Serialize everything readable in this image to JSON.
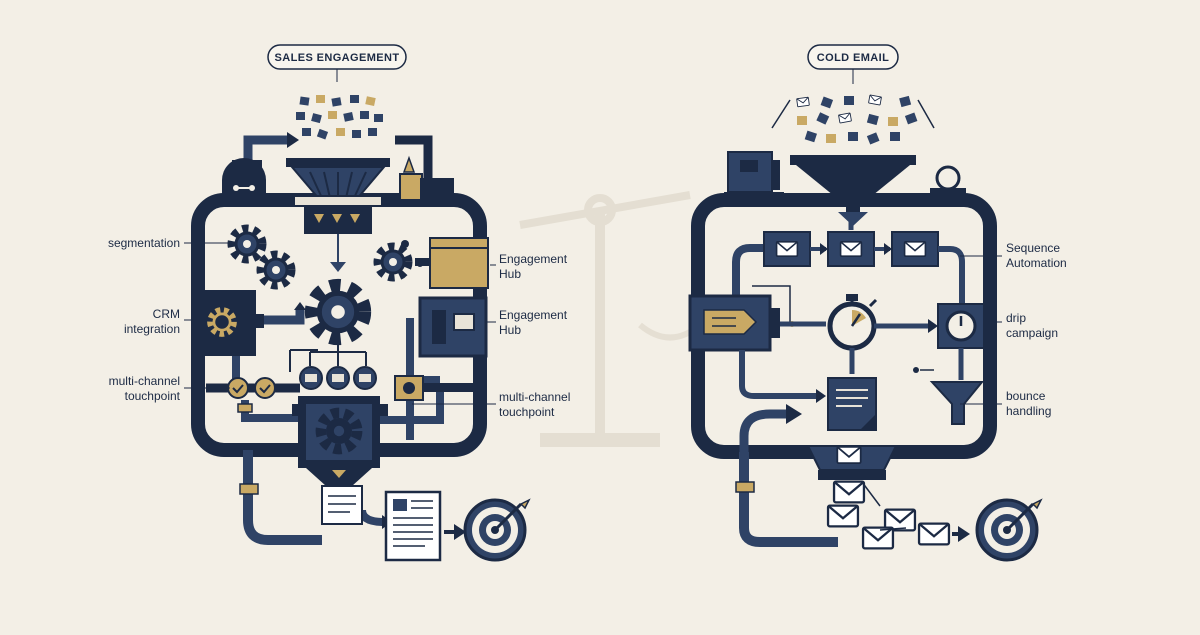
{
  "diagrams": [
    {
      "title": "SALES ENGAGEMENT",
      "labels": [
        {
          "key": "segmentation",
          "lines": [
            "segmentation"
          ]
        },
        {
          "key": "crm",
          "lines": [
            "CRM",
            "integration"
          ]
        },
        {
          "key": "multichannel_left",
          "lines": [
            "multi-channel",
            "touchpoint"
          ]
        },
        {
          "key": "hub_top",
          "lines": [
            "Engagement",
            "Hub"
          ]
        },
        {
          "key": "hub_mid",
          "lines": [
            "Engagement",
            "Hub"
          ]
        },
        {
          "key": "multichannel_right",
          "lines": [
            "multi-channel",
            "touchpoint"
          ]
        }
      ]
    },
    {
      "title": "COLD EMAIL",
      "labels": [
        {
          "key": "sequence",
          "lines": [
            "Sequence",
            "Automation"
          ]
        },
        {
          "key": "drip",
          "lines": [
            "drip",
            "campaign"
          ]
        },
        {
          "key": "bounce",
          "lines": [
            "bounce",
            "handling"
          ]
        }
      ]
    }
  ],
  "colors": {
    "background": "#f3efe6",
    "navy": "#1c2a44",
    "pipe": "#2f4366",
    "gold": "#c9a964",
    "paper": "#efeadf",
    "scale": "#e3ddd0"
  },
  "icons": [
    "funnel-icon",
    "gear-icon",
    "envelope-icon",
    "stopwatch-icon",
    "target-icon",
    "document-icon",
    "balance-scale-icon",
    "arrow-icon"
  ]
}
